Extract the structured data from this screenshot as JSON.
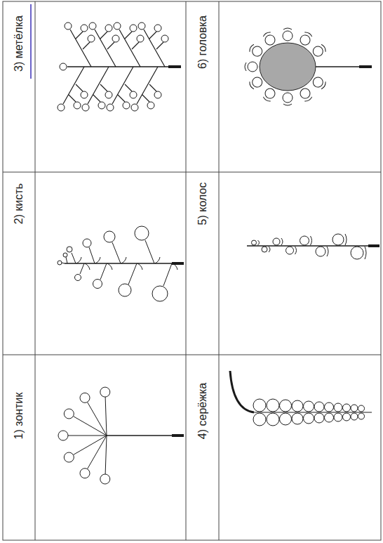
{
  "diagram": {
    "labels": [
      "1) зонтик",
      "2) кисть",
      "3) метёлка",
      "4) серёжка",
      "5) колос",
      "6) головка"
    ]
  }
}
